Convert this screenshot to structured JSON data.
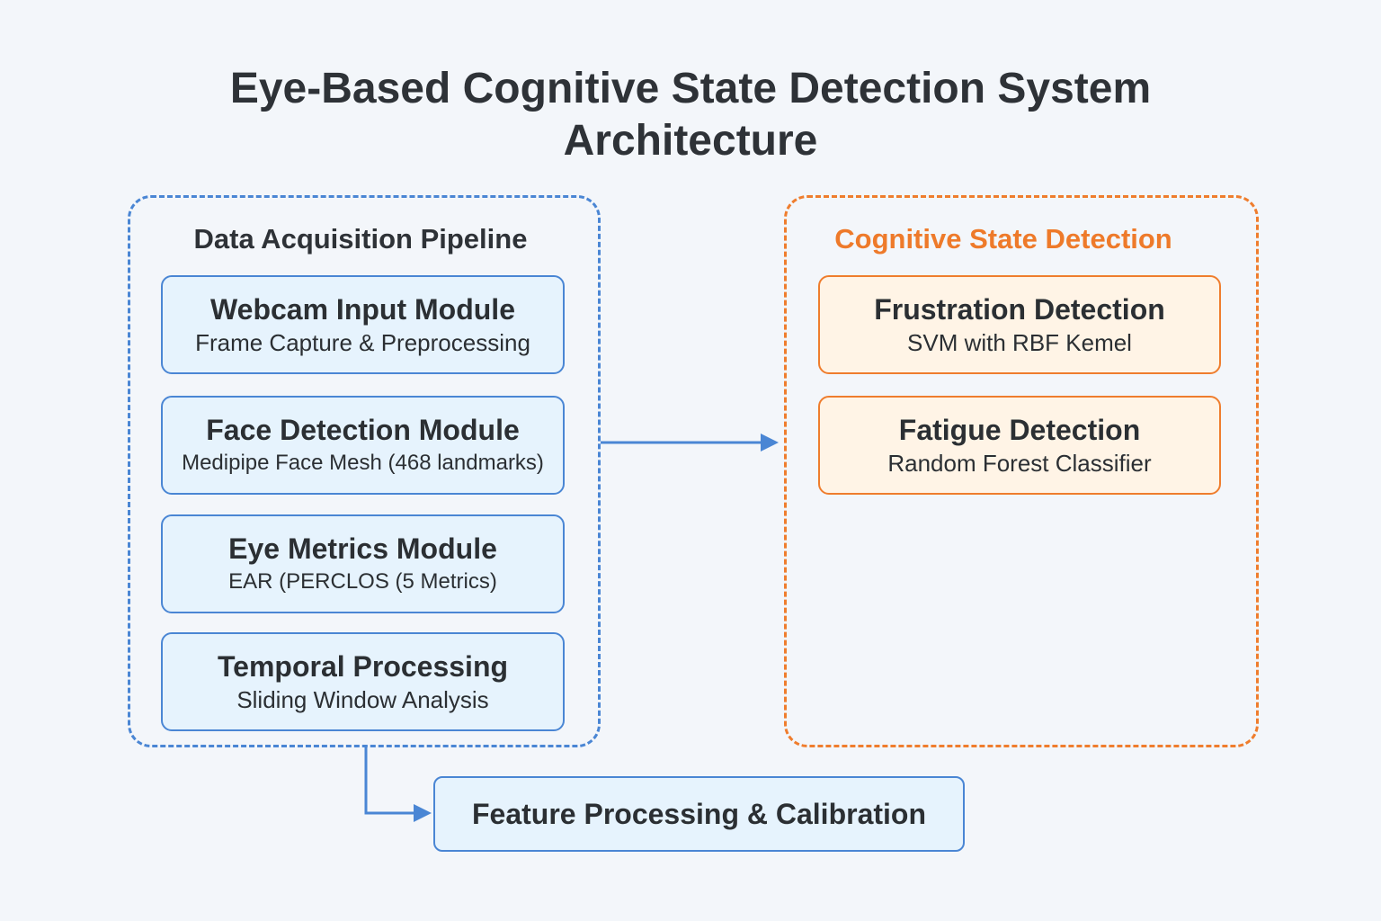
{
  "title": {
    "line1": "Eye-Based Cognitive State Detection System",
    "line2": "Architecture"
  },
  "acquisition": {
    "heading": "Data Acquisition Pipeline",
    "modules": [
      {
        "title": "Webcam Input Module",
        "subtitle": "Frame Capture & Preprocessing"
      },
      {
        "title": "Face Detection Module",
        "subtitle": "Medipipe Face Mesh (468 landmarks)"
      },
      {
        "title": "Eye Metrics Module",
        "subtitle": "EAR (PERCLOS (5 Metrics)"
      },
      {
        "title": "Temporal Processing",
        "subtitle": "Sliding Window Analysis"
      }
    ]
  },
  "detection": {
    "heading": "Cognitive State Detection",
    "modules": [
      {
        "title": "Frustration Detection",
        "subtitle": "SVM with RBF Kemel"
      },
      {
        "title": "Fatigue Detection",
        "subtitle": "Random Forest Classifier"
      }
    ]
  },
  "feature": {
    "label": "Feature Processing & Calibration"
  },
  "colors": {
    "background": "#f3f6fa",
    "blue_accent": "#4a86d4",
    "orange_accent": "#ef7d2d",
    "blue_fill": "#e6f3fd",
    "orange_fill": "#fff4e6",
    "text": "#2b2f33"
  }
}
